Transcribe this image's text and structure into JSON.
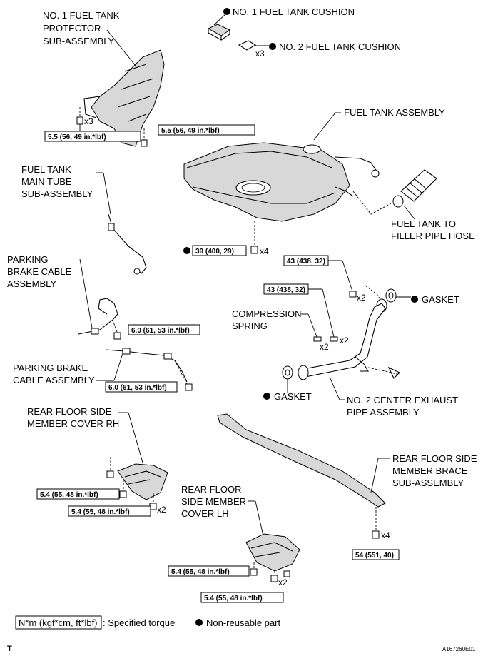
{
  "labels": {
    "fuel_tank_protector": [
      "NO. 1 FUEL TANK",
      "PROTECTOR",
      "SUB-ASSEMBLY"
    ],
    "cushion1": "NO. 1 FUEL TANK CUSHION",
    "cushion2": "NO. 2 FUEL TANK CUSHION",
    "fuel_tank_assembly": "FUEL TANK ASSEMBLY",
    "main_tube": [
      "FUEL TANK",
      "MAIN TUBE",
      "SUB-ASSEMBLY"
    ],
    "filler_hose": [
      "FUEL TANK TO",
      "FILLER PIPE HOSE"
    ],
    "parking_cable_1": [
      "PARKING",
      "BRAKE CABLE",
      "ASSEMBLY"
    ],
    "parking_cable_2": [
      "PARKING BRAKE",
      "CABLE ASSEMBLY"
    ],
    "compression_spring": [
      "COMPRESSION",
      "SPRING"
    ],
    "gasket_right": "GASKET",
    "gasket_left": "GASKET",
    "exhaust_pipe": [
      "NO. 2 CENTER EXHAUST",
      "PIPE ASSEMBLY"
    ],
    "cover_rh": [
      "REAR FLOOR SIDE",
      "MEMBER COVER RH"
    ],
    "brace": [
      "REAR FLOOR SIDE",
      "MEMBER BRACE",
      "SUB-ASSEMBLY"
    ],
    "cover_lh": [
      "REAR FLOOR",
      "SIDE MEMBER",
      "COVER LH"
    ]
  },
  "torques": {
    "protector_left": "5.5 (56, 49 in.*lbf)",
    "protector_right": "5.5 (56, 49 in.*lbf)",
    "tank_bolts": "39 (400, 29)",
    "exhaust_upper": "43 (438, 32)",
    "exhaust_lower": "43 (438, 32)",
    "cable_upper": "6.0 (61, 53 in.*lbf)",
    "cable_lower": "6.0 (61, 53 in.*lbf)",
    "rh_upper": "5.4 (55, 48 in.*lbf)",
    "rh_lower": "5.4 (55, 48 in.*lbf)",
    "lh_upper": "5.4 (55, 48 in.*lbf)",
    "lh_lower": "5.4 (55, 48 in.*lbf)",
    "brace": "54 (551, 40)"
  },
  "quantities": {
    "protector": "x3",
    "cushion2": "x3",
    "tank": "x4",
    "exhaust_upper": "x2",
    "exhaust_spring_a": "x2",
    "exhaust_spring_b": "x2",
    "rh": "x2",
    "lh": "x2",
    "brace": "x4"
  },
  "legend": {
    "torque_box": "N*m (kgf*cm, ft*lbf)",
    "torque_text": ": Specified torque",
    "nonreusable_text": "Non-reusable part"
  },
  "corner_mark": "T",
  "figure_id": "A167260E01"
}
